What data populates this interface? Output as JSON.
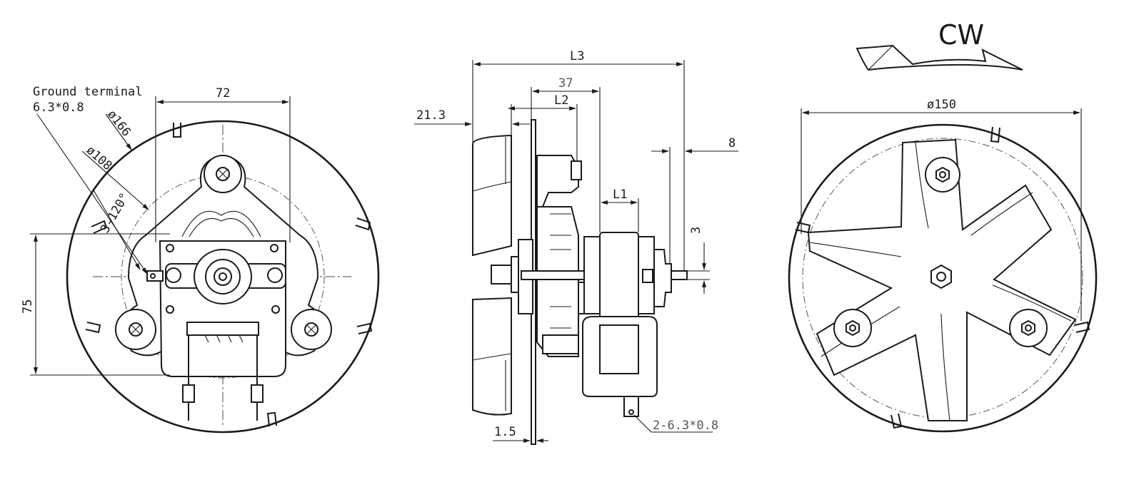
{
  "front_view": {
    "ground_terminal_label": "Ground terminal",
    "ground_terminal_size": "6.3*0.8",
    "dim_width": "72",
    "dim_outer_diameter": "ø166",
    "dim_bolt_circle": "ø108",
    "dim_holes": "3-120°",
    "dim_height": "75"
  },
  "side_view": {
    "dim_L3": "L3",
    "dim_37": "37",
    "dim_L2": "L2",
    "dim_21_3": "21.3",
    "dim_8": "8",
    "dim_L1": "L1",
    "dim_3": "3",
    "dim_1_5": "1.5",
    "terminals": "2-6.3*0.8"
  },
  "rear_view": {
    "rotation": "CW",
    "dim_fan_diameter": "ø150"
  }
}
